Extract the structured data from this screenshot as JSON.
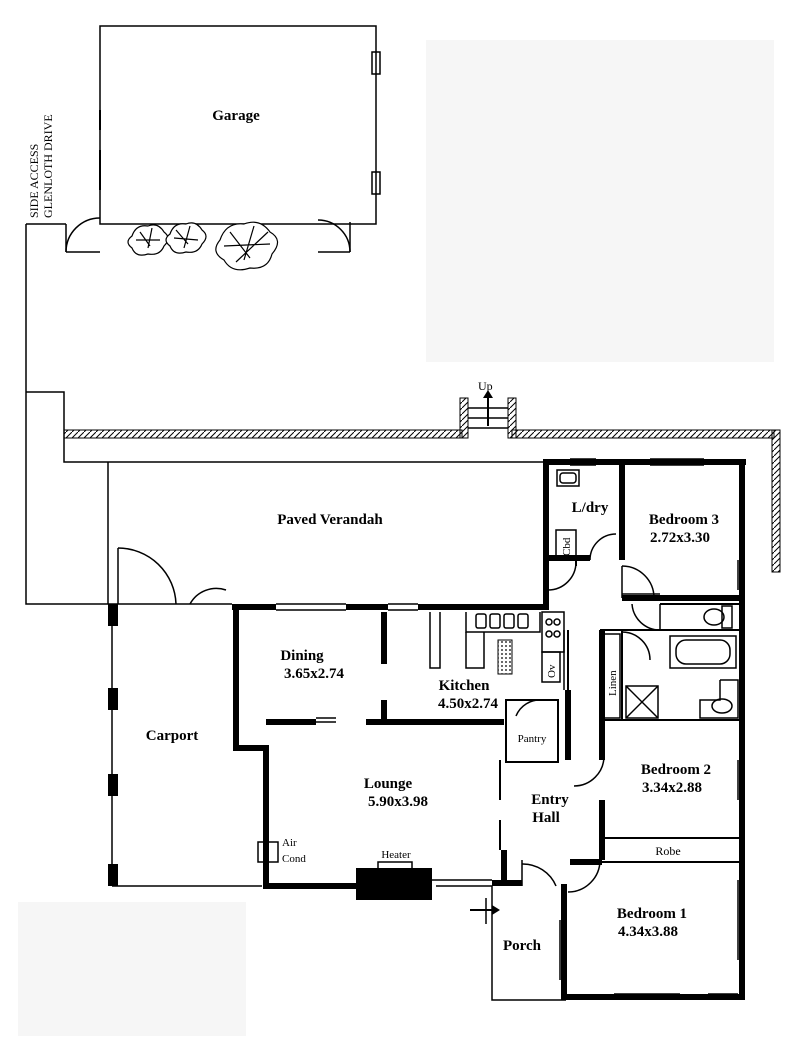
{
  "labels": {
    "garage": "Garage",
    "side_access_line1": "SIDE ACCESS",
    "side_access_line2": "GLENLOTH DRIVE",
    "up": "Up",
    "verandah": "Paved Verandah",
    "carport": "Carport",
    "laundry": "L/dry",
    "cupboard": "Cbd",
    "bedroom3_name": "Bedroom 3",
    "bedroom3_dims": "2.72x3.30",
    "dining_name": "Dining",
    "dining_dims": "3.65x2.74",
    "kitchen_name": "Kitchen",
    "kitchen_dims": "4.50x2.74",
    "oven": "Ov",
    "pantry": "Pantry",
    "linen": "Linen",
    "lounge_name": "Lounge",
    "lounge_dims": "5.90x3.98",
    "entry_line1": "Entry",
    "entry_line2": "Hall",
    "bedroom2_name": "Bedroom 2",
    "bedroom2_dims": "3.34x2.88",
    "air_line1": "Air",
    "air_line2": "Cond",
    "heater": "Heater",
    "robe": "Robe",
    "bedroom1_name": "Bedroom 1",
    "bedroom1_dims": "4.34x3.88",
    "porch": "Porch"
  },
  "colors": {
    "line": "#000000",
    "background": "#ffffff",
    "placeholder": "#f6f6f6",
    "tile": "#888888"
  }
}
